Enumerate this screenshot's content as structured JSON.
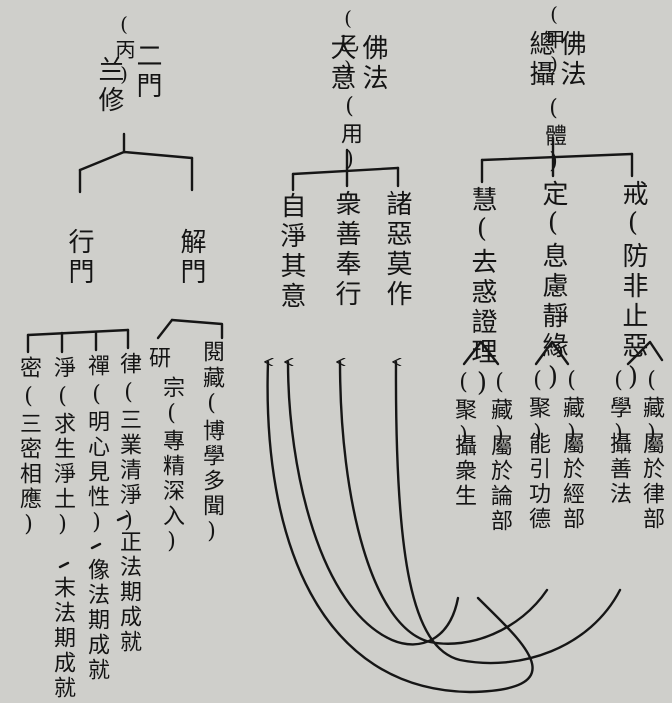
{
  "sections": {
    "jia": {
      "marker": "(甲)",
      "title": [
        "總攝",
        "佛法"
      ],
      "tag": "(體)"
    },
    "yi": {
      "marker": "(乙)",
      "title": [
        "大意",
        "佛法"
      ],
      "tag": "(用)",
      "items": [
        "諸惡莫作",
        "衆善奉行",
        "自淨其意"
      ]
    },
    "bing": {
      "marker": "(丙)",
      "title": [
        "兰修",
        "二門"
      ]
    }
  },
  "jia_branches": {
    "jie": {
      "head": "戒",
      "gloss": "(防非止惡)"
    },
    "ding": {
      "head": "定",
      "gloss": "(息慮靜緣)"
    },
    "hui": {
      "head": "慧",
      "gloss": "(去惑證理)"
    }
  },
  "jia_leaves": [
    {
      "label": "(藏)",
      "text": "屬於律部"
    },
    {
      "label": "(學)",
      "text": "攝善法"
    },
    {
      "label": "(藏)",
      "text": "屬於經部"
    },
    {
      "label": "(聚)",
      "text": "能引功德"
    },
    {
      "label": "(藏)",
      "text": "屬於論部"
    },
    {
      "label": "(聚)",
      "text": "攝衆生"
    }
  ],
  "bing_branches": {
    "xing": {
      "label": "行門"
    },
    "jie": {
      "label": "解門"
    }
  },
  "bing_jie_items": [
    {
      "head": "研",
      "text": "宗(專精深入)"
    },
    {
      "head": "閱",
      "text": "藏(博學多聞)"
    }
  ],
  "bing_xing_items": [
    {
      "head": "律",
      "text": "(三業清淨)",
      "tail": "正法期成就"
    },
    {
      "head": "禪",
      "text": "(明心見性)",
      "tail": "像法期成就"
    },
    {
      "head": "淨",
      "text": "(求生淨土)",
      "tail": "末法期成就"
    },
    {
      "head": "密",
      "text": "(三密相應)",
      "tail": ""
    }
  ]
}
